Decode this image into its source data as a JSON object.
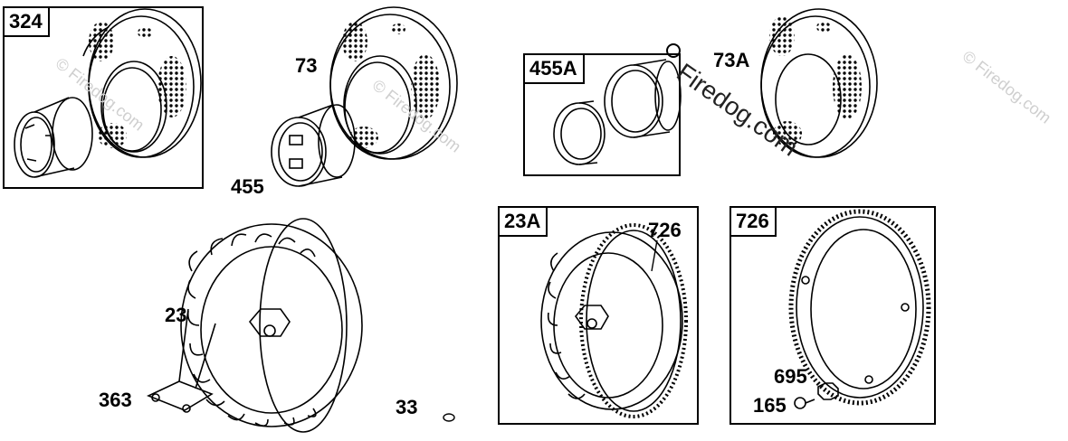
{
  "diagram": {
    "boxes": [
      {
        "id": "324",
        "tag": "324"
      },
      {
        "id": "455A",
        "tag": "455A"
      },
      {
        "id": "23A",
        "tag": "23A"
      },
      {
        "id": "726",
        "tag": "726"
      }
    ],
    "callouts": {
      "c73": "73",
      "c455": "455",
      "c73A": "73A",
      "c726a": "726",
      "c23": "23",
      "c363": "363",
      "c33": "33",
      "c695": "695",
      "c165": "165"
    },
    "watermark": "Firedog.com",
    "watermark_faint": "© Firedog.com"
  }
}
